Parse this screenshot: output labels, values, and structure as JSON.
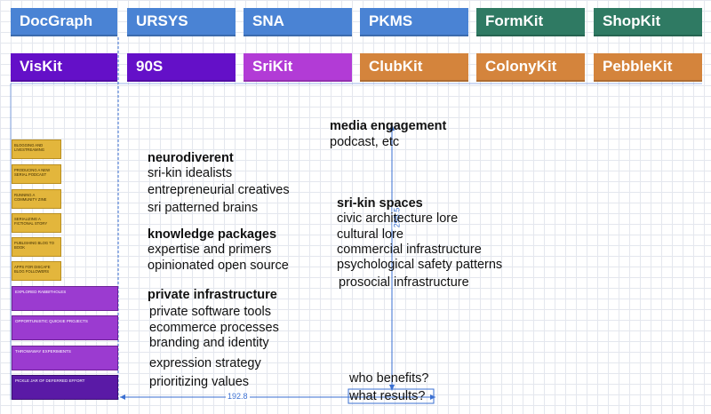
{
  "colors": {
    "blue": "#4a83d4",
    "green": "#2f7a63",
    "violet": "#6410c8",
    "magenta": "#b23bd6",
    "orange": "#d4843c",
    "sticky": "#e3b63c",
    "purple": "#9b3bd0",
    "purple_dark": "#5a1aa6",
    "guide": "#3a6fd1"
  },
  "tiles_row1": [
    "DocGraph",
    "URSYS",
    "SNA",
    "PKMS",
    "FormKit",
    "ShopKit"
  ],
  "tiles_row2": [
    "VisKit",
    "90S",
    "SriKit",
    "ClubKit",
    "ColonyKit",
    "PebbleKit"
  ],
  "stickies": [
    "BLOGGING AND LIVESTREAMING",
    "PRODUCING A NEW SERIAL PODCAST",
    "RUNNING A COMMUNITY ZINE",
    "SERIALIZING A FICTIONAL STORY",
    "PUBLISHING BLOG TO BOOK",
    "APPS FOR DISCAFE BLOG FOLLOWERS"
  ],
  "purple_notes": [
    "EXPLORED RABBITHOLES",
    "OPPORTUNISTIC QUICKIE PROJECTS",
    "THROWAWAY EXPERIMENTS",
    "PICKLE JAR OF DEFERRED EFFORT"
  ],
  "media": {
    "heading": "media engagement",
    "line": "podcast, etc"
  },
  "neuro": {
    "heading": "neurodiverent",
    "lines": [
      "sri-kin idealists",
      "entrepreneurial creatives",
      "sri patterned brains"
    ]
  },
  "knowledge": {
    "heading": "knowledge packages",
    "lines": [
      "expertise and primers",
      "opinionated open source"
    ]
  },
  "private": {
    "heading": "private infrastructure",
    "lines": [
      "private software tools",
      "ecommerce processes",
      "branding and identity",
      "expression strategy",
      "prioritizing values"
    ]
  },
  "spaces": {
    "heading": "sri-kin spaces",
    "lines": [
      "civic architecture lore",
      "cultural lore",
      "commercial infrastructure",
      "psychological safety patterns",
      "prosocial infrastructure"
    ]
  },
  "questions": {
    "q1": "who benefits?",
    "q2": "what results?"
  },
  "dimensions": {
    "horizontal": "192.8",
    "vertical": "295.5"
  }
}
